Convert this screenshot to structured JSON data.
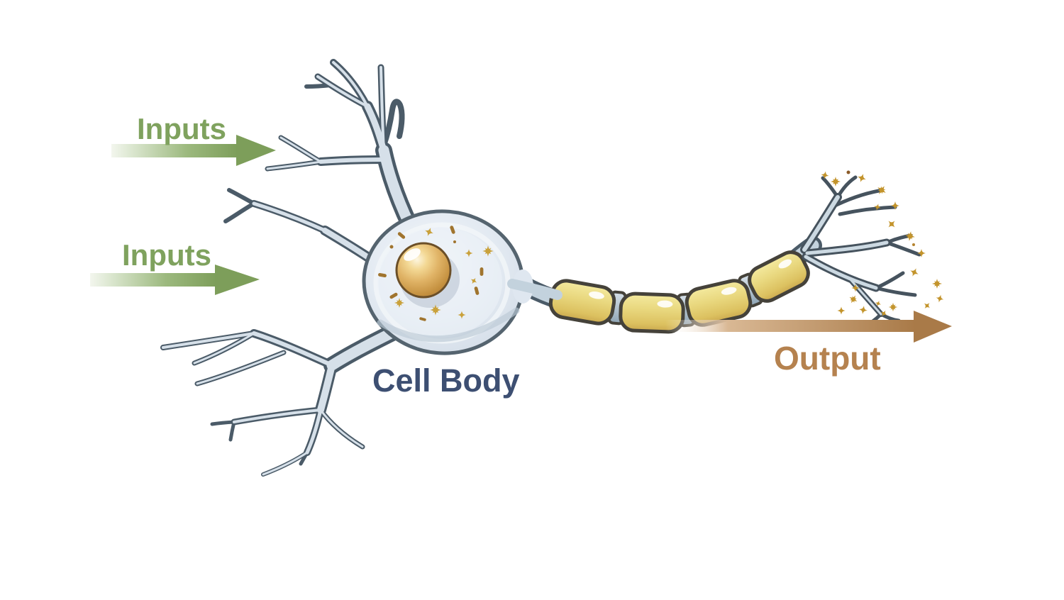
{
  "figure": {
    "type": "diagram",
    "subject": "neuron input-output anatomy",
    "background": "#ffffff"
  },
  "labels": {
    "inputs_top": "Inputs",
    "inputs_bottom": "Inputs",
    "cell_body": "Cell Body",
    "output": "Output"
  },
  "colors": {
    "inputs_text": "#7fa25e",
    "inputs_arrow_solid": "#7d9e5a",
    "cell_body_text": "#3d4f72",
    "output_text": "#b5824f",
    "output_arrow_solid": "#a97a48",
    "dendrite_outline": "#4b5b68",
    "dendrite_fill": "#d6e0e9",
    "soma_fill": "#e3eaf2",
    "soma_outline": "#55646f",
    "nucleus_gold": "#c4903f",
    "myelin_yellow": "#e9d87f",
    "myelin_outline": "#45423a",
    "ranvier_node_gray": "#b3c3cf",
    "neurotransmitter_gold": "#c3942c",
    "organelle_gold": "#c9a13b",
    "organelle_brown": "#a0742e"
  }
}
